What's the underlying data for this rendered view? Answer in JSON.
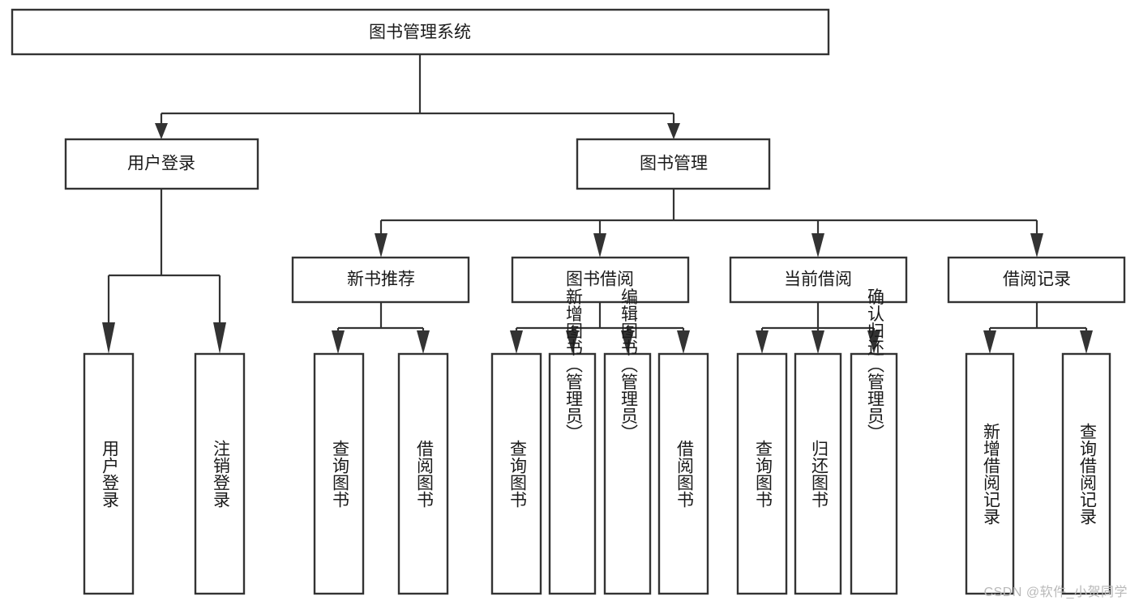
{
  "diagram": {
    "type": "tree-hierarchy-chart",
    "title": "图书管理系统",
    "watermark": "CSDN @软件_小贺同学",
    "colors": {
      "box_stroke": "#333333",
      "box_fill": "#ffffff",
      "connector": "#333333",
      "text": "#1a1a1a",
      "watermark": "#b9b9b9",
      "background": "#ffffff"
    },
    "levels": [
      {
        "level": 1,
        "nodes": [
          {
            "id": "root",
            "label": "图书管理系统",
            "orientation": "horizontal"
          }
        ]
      },
      {
        "level": 2,
        "nodes": [
          {
            "id": "user-login",
            "label": "用户登录",
            "orientation": "horizontal",
            "parent": "root"
          },
          {
            "id": "book-manage",
            "label": "图书管理",
            "orientation": "horizontal",
            "parent": "root"
          }
        ]
      },
      {
        "level": 3,
        "nodes": [
          {
            "id": "new-book-rec",
            "label": "新书推荐",
            "orientation": "horizontal",
            "parent": "book-manage"
          },
          {
            "id": "book-borrow",
            "label": "图书借阅",
            "orientation": "horizontal",
            "parent": "book-manage"
          },
          {
            "id": "current-borrow",
            "label": "当前借阅",
            "orientation": "horizontal",
            "parent": "book-manage"
          },
          {
            "id": "borrow-record",
            "label": "借阅记录",
            "orientation": "horizontal",
            "parent": "book-manage"
          }
        ]
      },
      {
        "level": 4,
        "nodes": [
          {
            "id": "leaf-1",
            "label": "用户登录",
            "orientation": "vertical",
            "parent": "user-login"
          },
          {
            "id": "leaf-2",
            "label": "注销登录",
            "orientation": "vertical",
            "parent": "user-login"
          },
          {
            "id": "leaf-3",
            "label": "查询图书",
            "orientation": "vertical",
            "parent": "new-book-rec"
          },
          {
            "id": "leaf-4",
            "label": "借阅图书",
            "orientation": "vertical",
            "parent": "new-book-rec"
          },
          {
            "id": "leaf-5",
            "label": "查询图书",
            "orientation": "vertical",
            "parent": "book-borrow"
          },
          {
            "id": "leaf-6",
            "label": "新增图书（管理员）",
            "orientation": "vertical",
            "parent": "book-borrow"
          },
          {
            "id": "leaf-7",
            "label": "编辑图书（管理员）",
            "orientation": "vertical",
            "parent": "book-borrow"
          },
          {
            "id": "leaf-8",
            "label": "借阅图书",
            "orientation": "vertical",
            "parent": "book-borrow"
          },
          {
            "id": "leaf-9",
            "label": "查询图书",
            "orientation": "vertical",
            "parent": "current-borrow"
          },
          {
            "id": "leaf-10",
            "label": "归还图书",
            "orientation": "vertical",
            "parent": "current-borrow"
          },
          {
            "id": "leaf-11",
            "label": "确认归还（管理员）",
            "orientation": "vertical",
            "parent": "current-borrow"
          },
          {
            "id": "leaf-12",
            "label": "新增借阅记录",
            "orientation": "vertical",
            "parent": "borrow-record"
          },
          {
            "id": "leaf-13",
            "label": "查询借阅记录",
            "orientation": "vertical",
            "parent": "borrow-record"
          }
        ]
      }
    ]
  }
}
